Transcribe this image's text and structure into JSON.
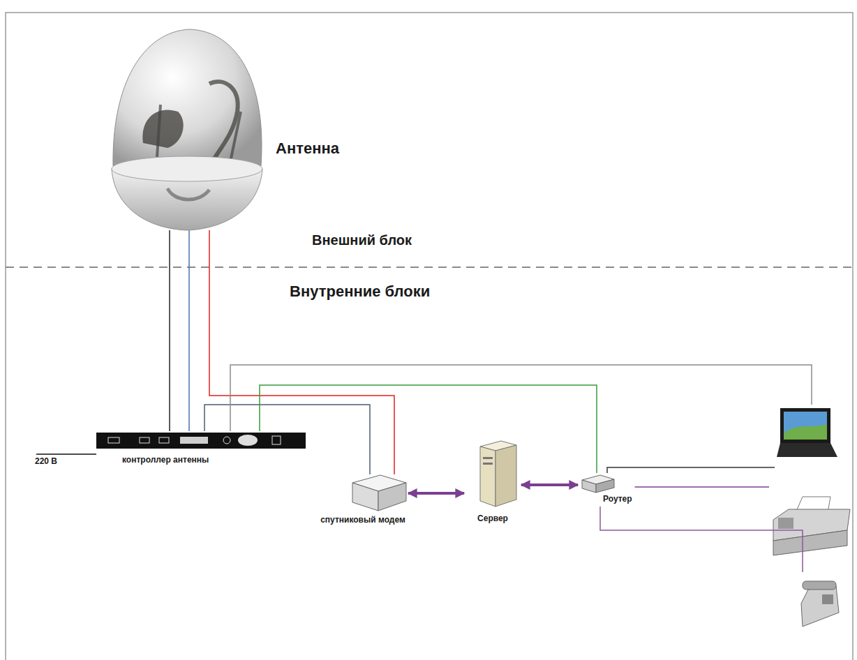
{
  "diagram": {
    "nodes": [
      {
        "text": [
          "Антенна"
        ]
      },
      {
        "text": [
          "контроллер антенны"
        ]
      },
      {
        "text": [
          "спутниковый модем"
        ]
      },
      {
        "text": [
          "Сервер"
        ]
      },
      {
        "text": [
          "Роутер"
        ]
      },
      {
        "text": []
      },
      {
        "text": []
      },
      {
        "text": []
      }
    ],
    "edges": [
      {
        "from": 0,
        "to": 1,
        "arrow": "none"
      },
      {
        "from": 0,
        "to": 1,
        "arrow": "none"
      },
      {
        "from": 0,
        "to": 2,
        "arrow": "none"
      },
      {
        "from": 1,
        "to": 2,
        "arrow": "none"
      },
      {
        "from": 1,
        "to": 5,
        "arrow": "none"
      },
      {
        "from": 1,
        "to": 4,
        "arrow": "none"
      },
      {
        "from": 2,
        "to": 3,
        "arrow": "both"
      },
      {
        "from": 3,
        "to": 4,
        "arrow": "both"
      },
      {
        "from": 4,
        "to": 5,
        "arrow": "none"
      },
      {
        "from": 4,
        "to": 6,
        "arrow": "none"
      },
      {
        "from": 4,
        "to": 7,
        "arrow": "none"
      }
    ],
    "labels": [
      "Внешний блок",
      "Внутренние блоки",
      "220 В"
    ]
  }
}
